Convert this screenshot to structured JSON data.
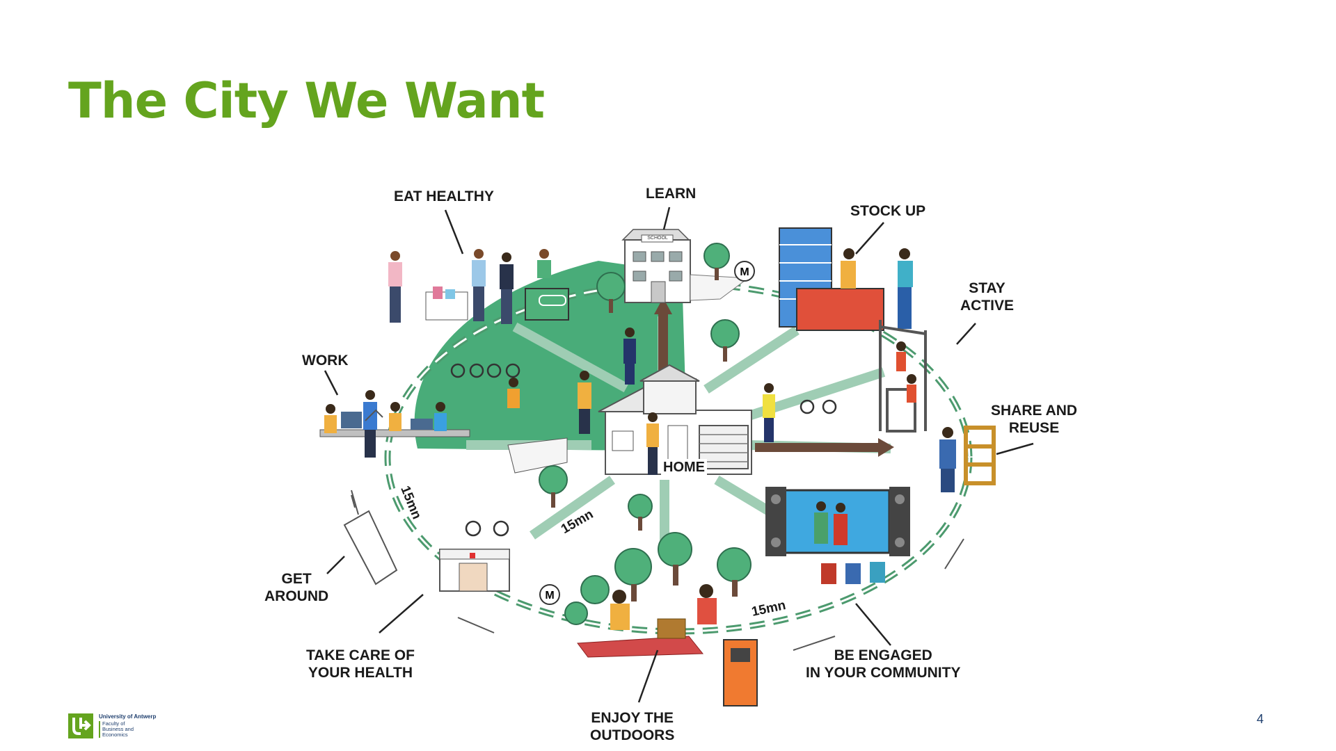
{
  "slide": {
    "title": "The City We Want",
    "page_number": "4",
    "accent_color": "#64a41e"
  },
  "diagram": {
    "center_label": "HOME",
    "distance_labels": [
      "15mn",
      "15mn",
      "15mn"
    ],
    "activities": {
      "eat_healthy": "EAT HEALTHY",
      "learn": "LEARN",
      "stock_up": "STOCK UP",
      "stay_active": "STAY\nACTIVE",
      "share_and_reuse": "SHARE AND\nREUSE",
      "work": "WORK",
      "get_around": "GET\nAROUND",
      "take_care": "TAKE CARE OF\nYOUR HEALTH",
      "enjoy_outdoors": "ENJOY THE\nOUTDOORS",
      "be_engaged": "BE ENGAGED\nIN YOUR COMMUNITY"
    },
    "school_sign": "SCHOOL",
    "metro_sign": "M",
    "colors": {
      "green_area": "#3fa872",
      "path": "#9fcdb4",
      "dash": "#4c9a6e"
    }
  },
  "footer": {
    "university": "University of Antwerp",
    "faculty": "Faculty of Business and Economics"
  }
}
